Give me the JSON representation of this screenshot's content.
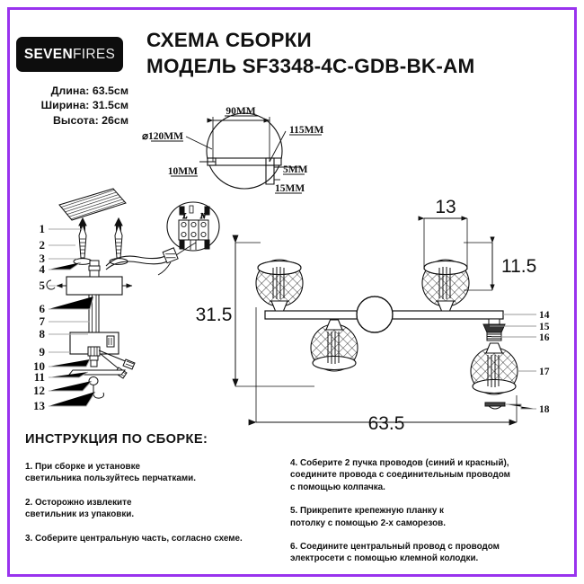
{
  "brand": {
    "logo_bold": "SEVEN",
    "logo_light": "FIRES"
  },
  "specs": {
    "length": "Длина: 63.5см",
    "width": "Ширина: 31.5см",
    "height": "Высота: 26см"
  },
  "header": {
    "line1": "СХЕМА СБОРКИ",
    "line2": "МОДЕЛЬ SF3348-4C-GDB-BK-AM"
  },
  "instructions": {
    "heading": "ИНСТРУКЦИЯ ПО СБОРКЕ:",
    "left": [
      "1. При сборке и установке\nсветильника пользуйтесь перчатками.",
      "2. Осторожно извлеките\nсветильник из упаковки.",
      "3. Соберите центральную часть, согласно схеме."
    ],
    "right": [
      "4. Соберите 2 пучка проводов (синий и красный),\nсоедините провода с соединительным проводом\nс помощью колпачка.",
      "5. Прикрепите крепежную планку к\nпотолку с помощью 2-х саморезов.",
      "6. Соедините центральный провод с проводом\nэлектросети с помощью клемной колодки."
    ]
  },
  "ceiling_detail": {
    "dim_top": "90MM",
    "dim_diameter": "⌀120MM",
    "dim_right": "115MM",
    "dim_left": "10MM",
    "dim_right_small": "5MM",
    "dim_bottom": "15MM"
  },
  "terminal_detail": {
    "left_label": "L",
    "right_label": "N"
  },
  "callouts_left": [
    "1",
    "2",
    "3",
    "4",
    "5",
    "6",
    "7",
    "8",
    "9",
    "10",
    "11",
    "12",
    "13"
  ],
  "callouts_right": [
    "14",
    "15",
    "16",
    "17",
    "18"
  ],
  "main_dimensions": {
    "width_total": "63.5",
    "height_total": "31.5",
    "shade_width": "13",
    "shade_height": "11.5"
  },
  "colors": {
    "frame_purple": "#9933ee",
    "logo_bg": "#0d0d0d",
    "ink": "#1a1a1a"
  }
}
